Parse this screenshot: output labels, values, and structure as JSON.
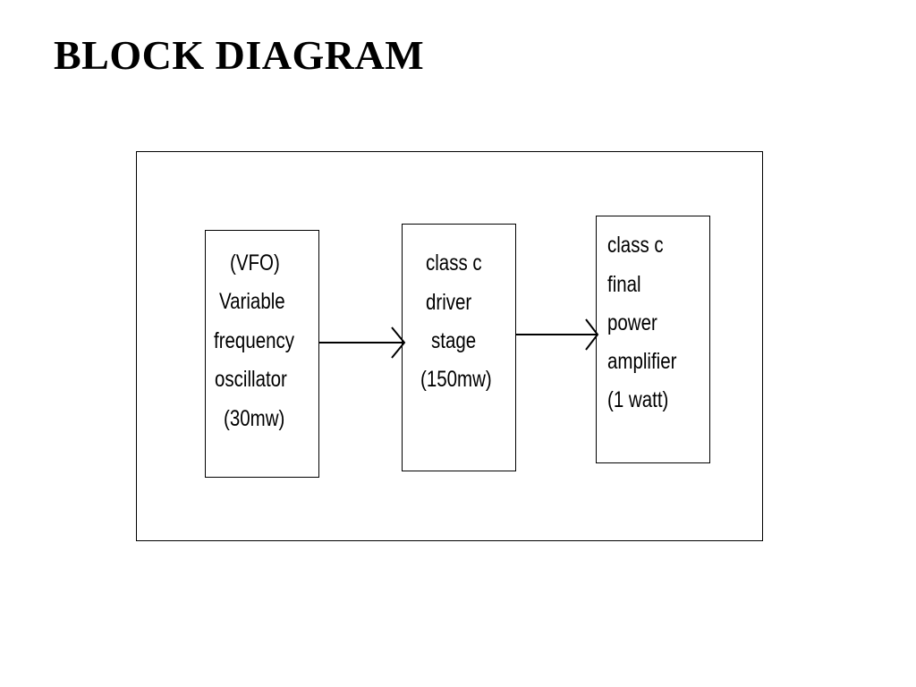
{
  "title": "BLOCK DIAGRAM",
  "blocks": [
    {
      "lines": [
        "(VFO)",
        "Variable",
        "frequency",
        "oscillator",
        "(30mw)"
      ]
    },
    {
      "lines": [
        "class c",
        "driver",
        "stage",
        "(150mw)"
      ]
    },
    {
      "lines": [
        "class c",
        "final",
        "power",
        "amplifier",
        "(1 watt)"
      ]
    }
  ],
  "connections": [
    {
      "from": 0,
      "to": 1
    },
    {
      "from": 1,
      "to": 2
    }
  ],
  "colors": {
    "background": "#ffffff",
    "stroke": "#000000",
    "text": "#000000"
  }
}
